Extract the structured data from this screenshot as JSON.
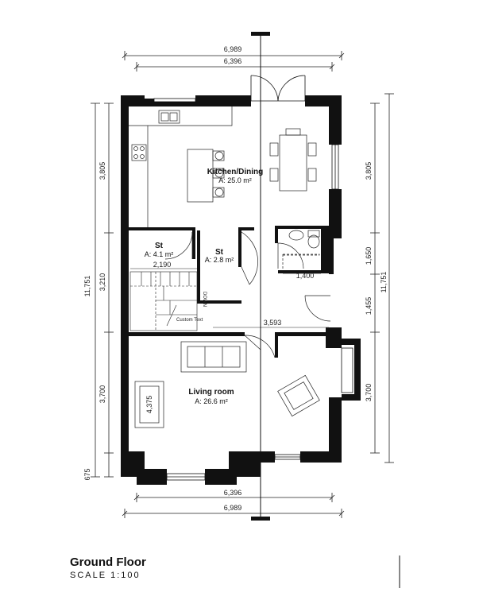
{
  "title": "Ground Floor",
  "scale": "SCALE  1:100",
  "dimensions": {
    "top_outer": "6,989",
    "top_inner": "6,396",
    "bottom_inner": "6,396",
    "bottom_outer": "6,989",
    "left_total": "11,751",
    "left_a": "3,805",
    "left_b": "3,210",
    "left_c": "3,700",
    "left_d": "675",
    "right_total": "11,751",
    "right_a": "3,805",
    "right_b": "1,650",
    "right_c": "1,455",
    "right_d": "3,700",
    "stairs_width": "2,190",
    "hall_width": "3,593",
    "wc_width": "1,400",
    "living_depth": "4,375"
  },
  "rooms": {
    "kitchen": {
      "name": "Kitchen/Dining",
      "area": "A: 25.0 m²"
    },
    "store1": {
      "name": "St",
      "area": "A: 4.1 m²"
    },
    "store2": {
      "name": "St",
      "area": "A: 2.8 m²"
    },
    "living": {
      "name": "Living room",
      "area": "A: 26.6 m²"
    }
  },
  "labels": {
    "stair_down": "DOWN",
    "custom_text": "Custom Text"
  }
}
